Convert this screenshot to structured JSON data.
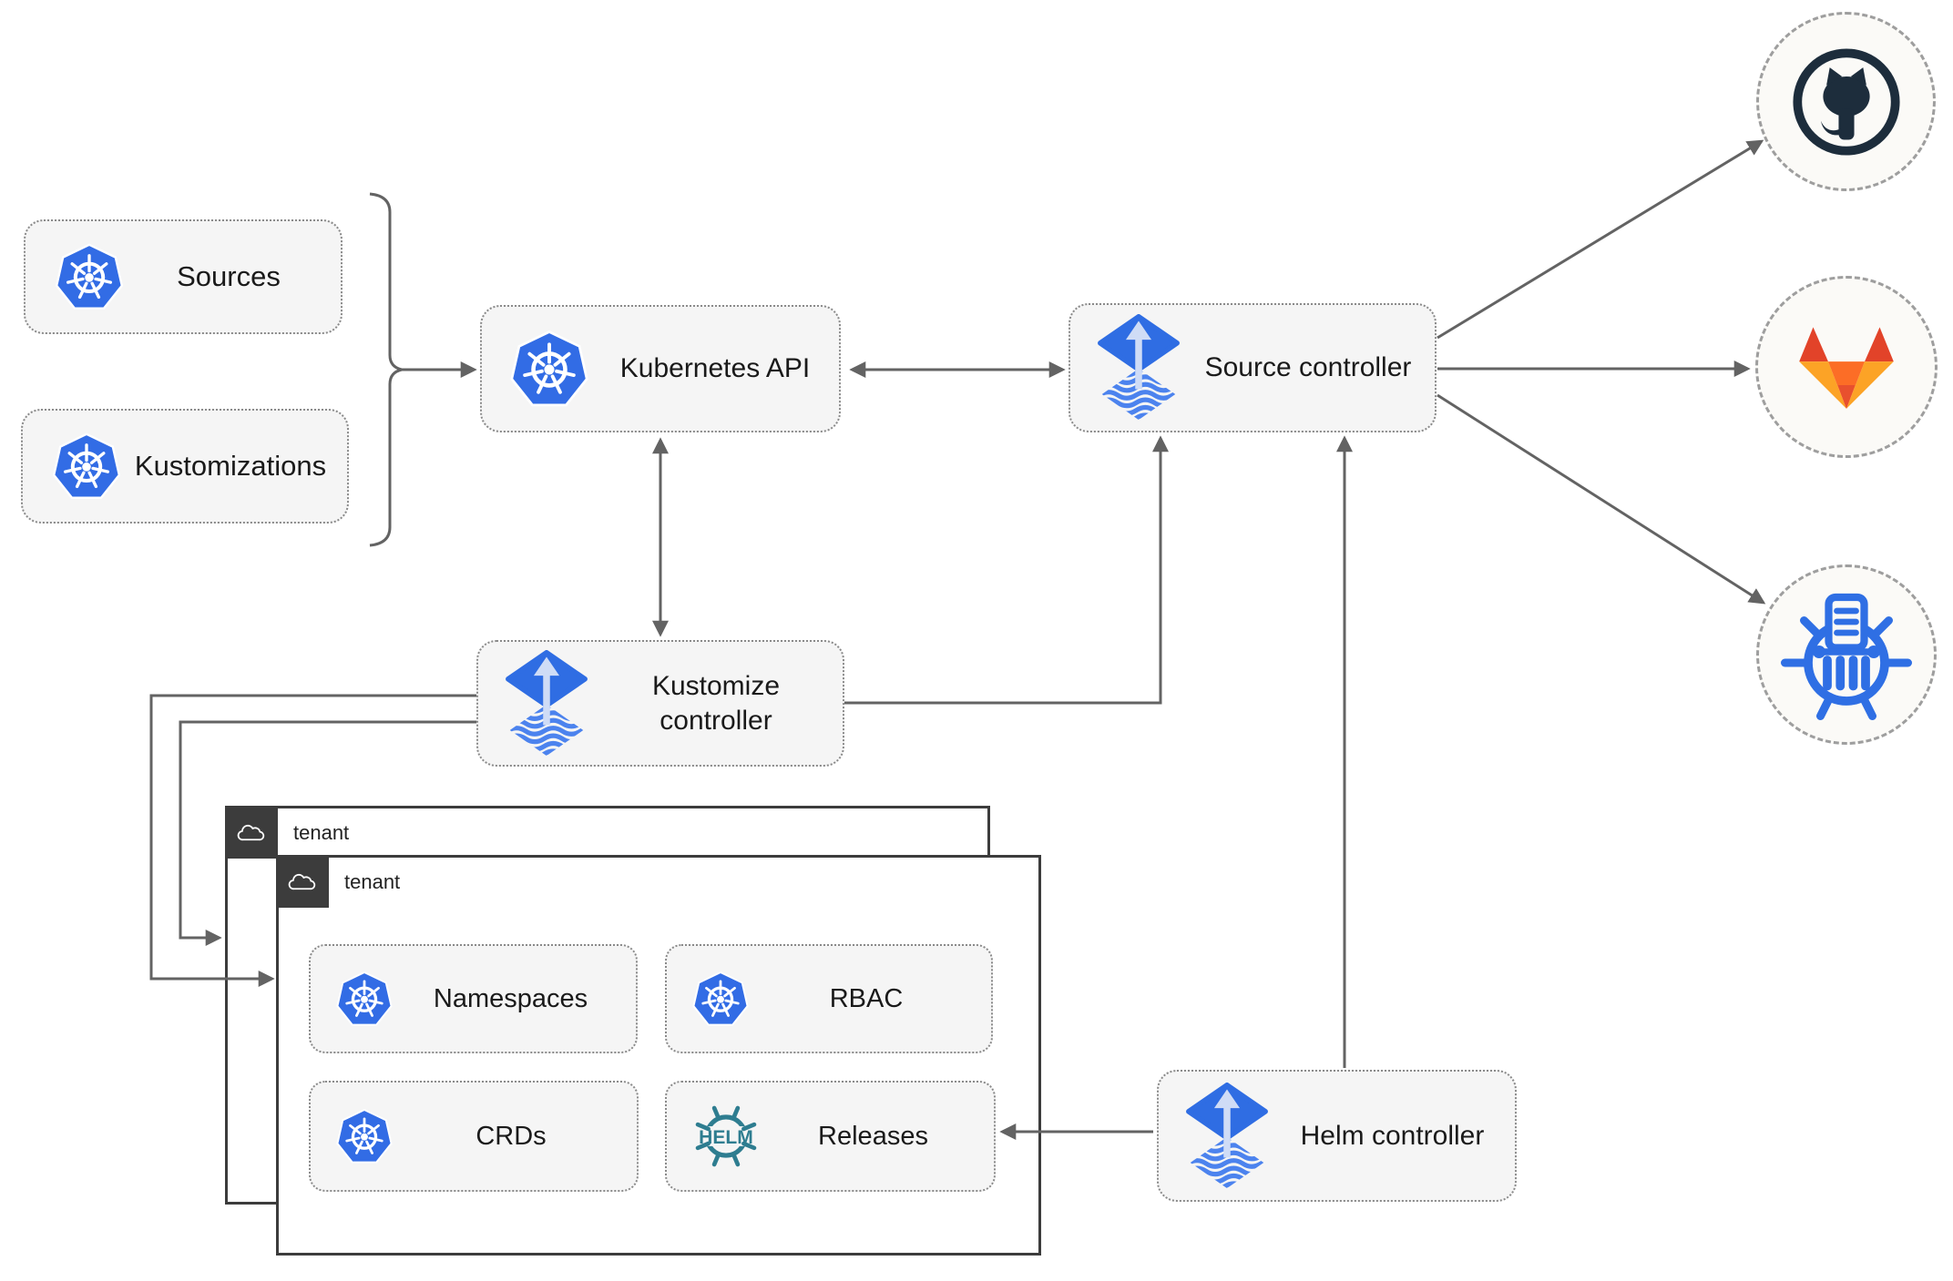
{
  "nodes": {
    "sources": {
      "label": "Sources",
      "icon": "kubernetes"
    },
    "kustomizations": {
      "label": "Kustomizations",
      "icon": "kubernetes"
    },
    "kubernetes_api": {
      "label": "Kubernetes API",
      "icon": "kubernetes"
    },
    "source_controller": {
      "label": "Source controller",
      "icon": "flux"
    },
    "kustomize_controller": {
      "label": "Kustomize controller",
      "icon": "flux"
    },
    "helm_controller": {
      "label": "Helm controller",
      "icon": "flux"
    },
    "namespaces": {
      "label": "Namespaces",
      "icon": "kubernetes"
    },
    "rbac": {
      "label": "RBAC",
      "icon": "kubernetes"
    },
    "crds": {
      "label": "CRDs",
      "icon": "kubernetes"
    },
    "releases": {
      "label": "Releases",
      "icon": "helm"
    }
  },
  "groups": {
    "tenant_outer": {
      "label": "tenant",
      "icon": "cloud"
    },
    "tenant_inner": {
      "label": "tenant",
      "icon": "cloud"
    }
  },
  "endpoints": {
    "github": {
      "icon": "github-logo"
    },
    "gitlab": {
      "icon": "gitlab-logo"
    },
    "chartmuseum": {
      "icon": "chartmuseum-logo"
    }
  },
  "icons": {
    "helm_wordmark": "HELM"
  },
  "connections": [
    {
      "from": "sources+kustomizations",
      "to": "kubernetes_api",
      "style": "arrow"
    },
    {
      "from": "kubernetes_api",
      "to": "source_controller",
      "style": "double-arrow"
    },
    {
      "from": "kubernetes_api",
      "to": "kustomize_controller",
      "style": "double-arrow"
    },
    {
      "from": "kustomize_controller",
      "to": "source_controller",
      "style": "arrow"
    },
    {
      "from": "kustomize_controller",
      "to": "tenant_outer",
      "style": "arrow"
    },
    {
      "from": "kustomize_controller",
      "to": "tenant_inner",
      "style": "arrow"
    },
    {
      "from": "helm_controller",
      "to": "source_controller",
      "style": "arrow"
    },
    {
      "from": "helm_controller",
      "to": "releases",
      "style": "arrow"
    },
    {
      "from": "source_controller",
      "to": "github",
      "style": "arrow"
    },
    {
      "from": "source_controller",
      "to": "gitlab",
      "style": "arrow"
    },
    {
      "from": "source_controller",
      "to": "chartmuseum",
      "style": "arrow"
    }
  ],
  "colors": {
    "kubernetes_blue": "#326ce5",
    "flux_blue": "#2f6de3",
    "flux_arrow_light": "#cfdcf6",
    "helm_teal": "#2e7d90",
    "chartmuseum_blue": "#2f6fe4",
    "github_dark": "#1d2d3c",
    "gitlab_orange": "#fc6d26",
    "gitlab_dark_orange": "#e24329",
    "gitlab_light_orange": "#fca326",
    "line_gray": "#636363",
    "node_fill": "#f5f5f5",
    "tenant_header_dark": "#3c3c3c"
  }
}
